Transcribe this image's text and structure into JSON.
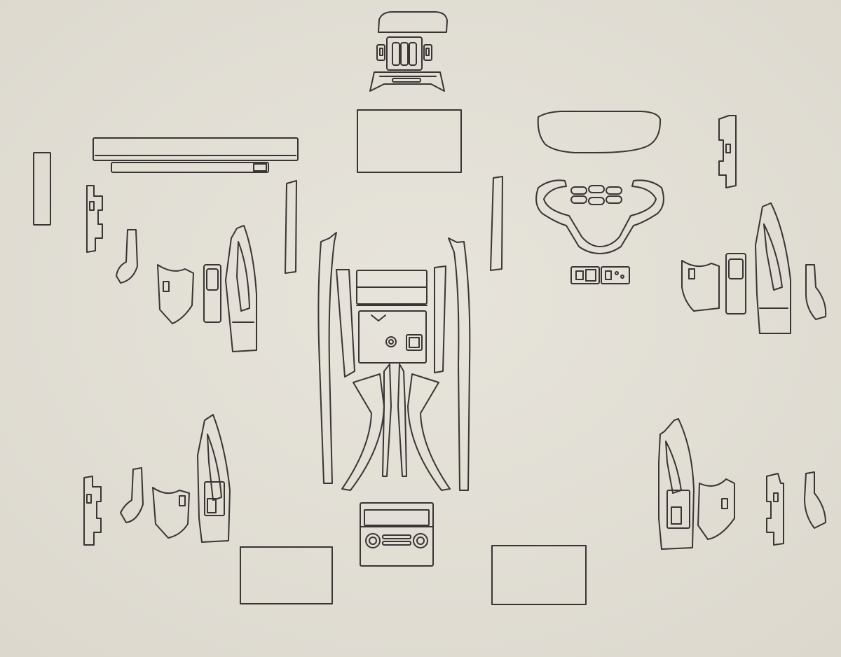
{
  "colors": {
    "background": "#e7e4db",
    "background_shade": "#dcd8ce",
    "outline": "#3a3434"
  },
  "parts": [
    {
      "id": "rearview-mirror-cover",
      "group": "roof"
    },
    {
      "id": "overhead-console",
      "group": "roof"
    },
    {
      "id": "overhead-console-trim",
      "group": "roof"
    },
    {
      "id": "center-screen",
      "group": "dashboard"
    },
    {
      "id": "instrument-cluster",
      "group": "dashboard"
    },
    {
      "id": "dash-trim-long",
      "group": "dashboard"
    },
    {
      "id": "dash-trim-thin",
      "group": "dashboard"
    },
    {
      "id": "dash-end-panel-left",
      "group": "dashboard"
    },
    {
      "id": "a-pillar-trim-left",
      "group": "dashboard"
    },
    {
      "id": "a-pillar-trim-right",
      "group": "dashboard"
    },
    {
      "id": "steering-wheel-trim",
      "group": "dashboard"
    },
    {
      "id": "steering-buttons",
      "group": "dashboard"
    },
    {
      "id": "center-console",
      "group": "console"
    },
    {
      "id": "console-side-left",
      "group": "console"
    },
    {
      "id": "console-side-right",
      "group": "console"
    },
    {
      "id": "console-leg-left",
      "group": "console"
    },
    {
      "id": "console-leg-right",
      "group": "console"
    },
    {
      "id": "rear-climate-panel",
      "group": "console"
    },
    {
      "id": "rear-screen-left",
      "group": "rear"
    },
    {
      "id": "rear-screen-right",
      "group": "rear"
    },
    {
      "id": "door-set-front-left",
      "group": "doors"
    },
    {
      "id": "door-set-front-right",
      "group": "doors"
    },
    {
      "id": "door-set-rear-left",
      "group": "doors"
    },
    {
      "id": "door-set-rear-right",
      "group": "doors"
    }
  ]
}
